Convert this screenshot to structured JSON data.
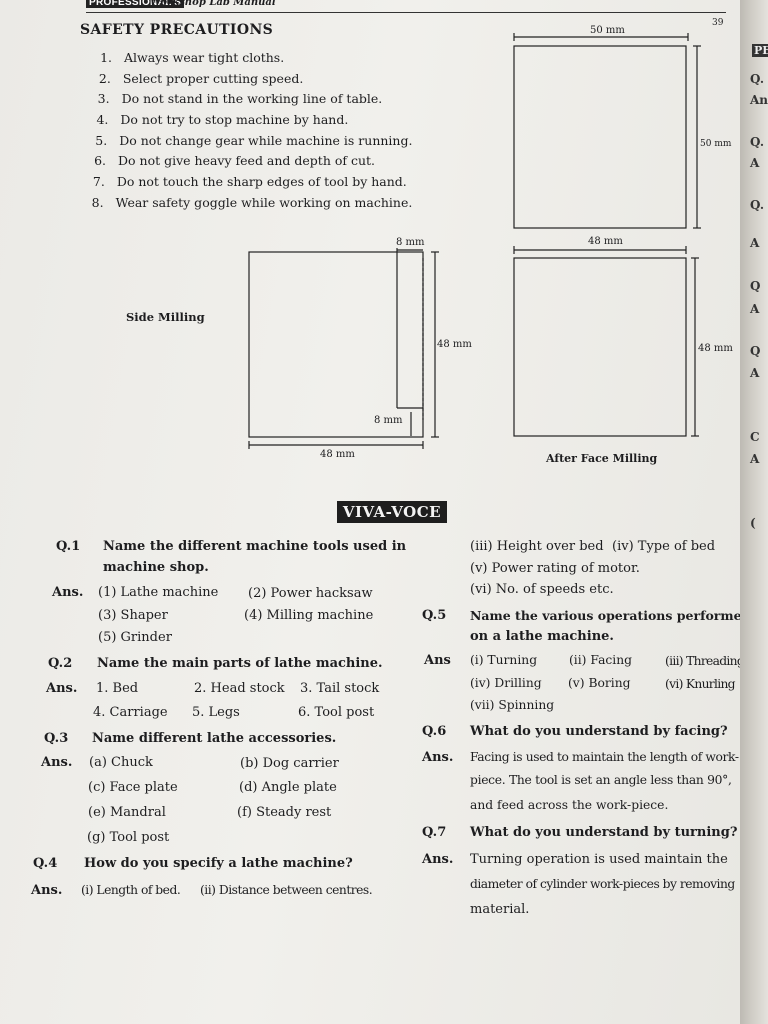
{
  "header": {
    "publisher_tag": "PROFESSIONAL'S",
    "manual_title": "Workshop Lab Manual",
    "page_number": "39"
  },
  "safety": {
    "title": "SAFETY PRECAUTIONS",
    "items": [
      {
        "num": "1.",
        "text": "Always wear tight cloths."
      },
      {
        "num": "2.",
        "text": "Select proper cutting speed."
      },
      {
        "num": "3.",
        "text": "Do not stand in the working line of table."
      },
      {
        "num": "4.",
        "text": "Do not try to stop machine by hand."
      },
      {
        "num": "5.",
        "text": "Do not change gear while machine is running."
      },
      {
        "num": "6.",
        "text": "Do not give heavy feed and depth of cut."
      },
      {
        "num": "7.",
        "text": "Do not touch the sharp edges of tool by hand."
      },
      {
        "num": "8.",
        "text": "Wear safety goggle while working on machine."
      }
    ]
  },
  "diagrams": {
    "top_width": "50 mm",
    "top_height": "50 mm",
    "side_label": "Side Milling",
    "side_top": "8 mm",
    "side_right": "48 mm",
    "side_bottom_inner": "8 mm",
    "side_bottom": "48 mm",
    "face_top": "48 mm",
    "face_right": "48 mm",
    "face_label": "After Face Milling"
  },
  "viva": {
    "title": "VIVA-VOCE",
    "q1": {
      "num": "Q.1",
      "line1": "Name the different machine tools used in",
      "line2": "machine shop.",
      "ans": "Ans.",
      "a1": "(1) Lathe machine",
      "a2": "(2) Power hacksaw",
      "a3": "(3) Shaper",
      "a4": "(4) Milling machine",
      "a5": "(5) Grinder"
    },
    "q2": {
      "num": "Q.2",
      "text": "Name the main parts of lathe machine.",
      "ans": "Ans.",
      "a1": "1. Bed",
      "a2": "2. Head stock",
      "a3": "3. Tail stock",
      "a4": "4. Carriage",
      "a5": "5. Legs",
      "a6": "6. Tool post"
    },
    "q3": {
      "num": "Q.3",
      "text": "Name different lathe accessories.",
      "ans": "Ans.",
      "a1": "(a) Chuck",
      "a2": "(b) Dog carrier",
      "a3": "(c) Face plate",
      "a4": "(d) Angle plate",
      "a5": "(e) Mandral",
      "a6": "(f) Steady rest",
      "a7": "(g) Tool post"
    },
    "q4": {
      "num": "Q.4",
      "text": "How do you specify a lathe machine?",
      "ans": "Ans.",
      "a1": "(i) Length of bed.",
      "a2": "(ii) Distance between centres."
    },
    "r1": {
      "a1": "(iii) Height over bed",
      "a2": "(iv) Type of bed",
      "a3": "(v) Power rating of motor.",
      "a4": "(vi) No. of speeds etc."
    },
    "q5": {
      "num": "Q.5",
      "line1": "Name the various operations performed",
      "line2": "on a lathe machine.",
      "ans": "Ans",
      "a1": "(i) Turning",
      "a2": "(ii) Facing",
      "a3": "(iii) Threading",
      "a4": "(iv) Drilling",
      "a5": "(v) Boring",
      "a6": "(vi) Knurling",
      "a7": "(vii) Spinning"
    },
    "q6": {
      "num": "Q.6",
      "text": "What do you understand by facing?",
      "ans": "Ans.",
      "l1": "Facing is used to maintain the length of work-",
      "l2": "piece. The tool is set an angle less than 90°,",
      "l3": "and feed across the work-piece."
    },
    "q7": {
      "num": "Q.7",
      "text": "What do you understand by turning?",
      "ans": "Ans.",
      "l1": "Turning operation is used maintain the",
      "l2": "diameter of cylinder work-pieces by removing",
      "l3": "material."
    }
  },
  "adjacent_page": {
    "items": [
      "PE",
      "Q.",
      "An",
      "Q.",
      "A",
      "Q.",
      "A",
      "Q",
      "A",
      "Q",
      "A",
      "C",
      "A",
      "("
    ]
  }
}
